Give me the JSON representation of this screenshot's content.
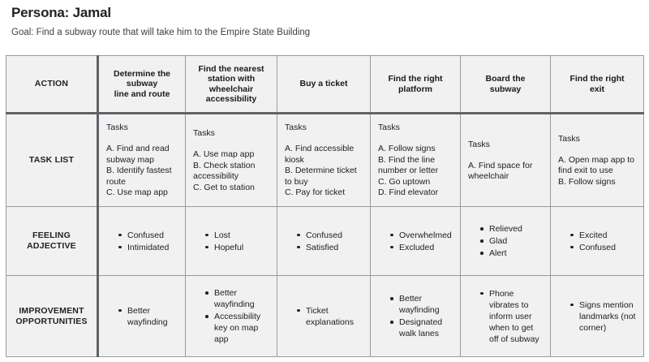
{
  "header": {
    "persona_title": "Persona: Jamal",
    "goal": "Goal: Find a subway route that will take him to the Empire State Building"
  },
  "table": {
    "row_labels": {
      "action": "ACTION",
      "task_list": "TASK LIST",
      "feeling_adjective": "FEELING\nADJECTIVE",
      "improvement_opportunities": "IMPROVEMENT\nOPPORTUNITIES"
    },
    "tasks_heading": "Tasks",
    "accent_header_color": "#d6e4f7",
    "cell_background_color": "#f1f1f1",
    "border_color": "#9a9a9a",
    "divider_color": "#5f6368",
    "columns": [
      {
        "action": "Determine the\nsubway\nline and route",
        "tasks": "A. Find and read subway map\nB. Identify fastest route\nC. Use map app",
        "feelings": [
          "Confused",
          "Intimidated"
        ],
        "improvements": [
          "Better wayfinding"
        ]
      },
      {
        "action": "Find the nearest\nstation with\nwheelchair\naccessibility",
        "tasks": "A. Use map app\nB. Check station accessibility\nC. Get to station",
        "feelings": [
          "Lost",
          "Hopeful"
        ],
        "improvements": [
          "Better wayfinding",
          "Accessibility key on map app"
        ]
      },
      {
        "action": "Buy a ticket",
        "tasks": "A. Find accessible kiosk\nB. Determine ticket to buy\nC. Pay for ticket",
        "feelings": [
          "Confused",
          "Satisfied"
        ],
        "improvements": [
          "Ticket explanations"
        ]
      },
      {
        "action": "Find the right\nplatform",
        "tasks": "A. Follow signs\nB. Find the line number or letter\nC. Go uptown\nD. Find elevator",
        "feelings": [
          "Overwhelmed",
          "Excluded"
        ],
        "improvements": [
          "Better wayfinding",
          "Designated walk lanes"
        ]
      },
      {
        "action": "Board the\nsubway",
        "tasks": "A. Find space for wheelchair",
        "feelings": [
          "Relieved",
          "Glad",
          "Alert"
        ],
        "improvements": [
          "Phone vibrates to inform user when to get off of subway"
        ]
      },
      {
        "action": "Find the right\nexit",
        "tasks": "A. Open map app to find exit to use\nB. Follow signs",
        "feelings": [
          "Excited",
          "Confused"
        ],
        "improvements": [
          "Signs mention landmarks (not corner)"
        ]
      }
    ]
  }
}
